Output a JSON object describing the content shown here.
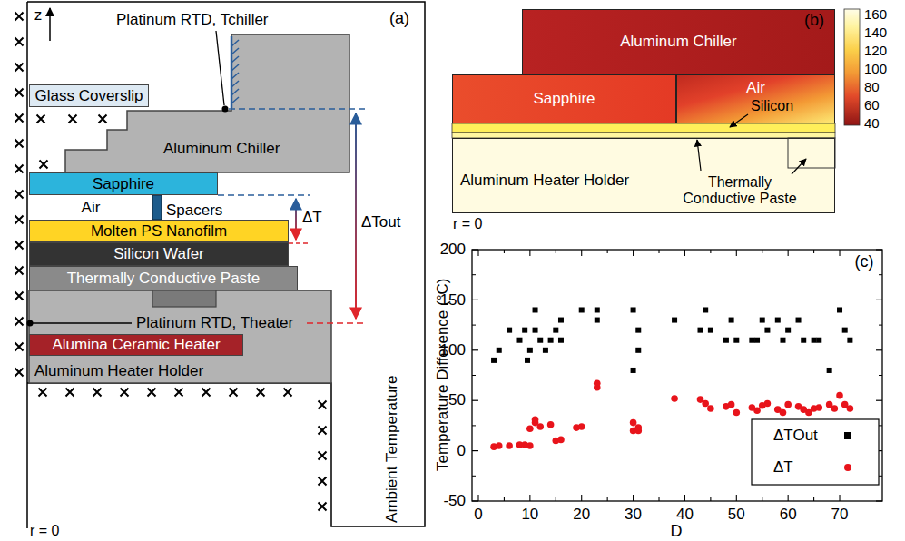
{
  "diagram": {
    "nodes": [
      {
        "text": [
          "Glass Coverslip"
        ]
      },
      {
        "text": [
          "Aluminum Chiller"
        ]
      },
      {
        "text": [
          "Sapphire"
        ]
      },
      {
        "text": [
          "Molten PS Nanofilm"
        ]
      },
      {
        "text": [
          "Silicon Wafer"
        ]
      },
      {
        "text": [
          "Thermally Conductive Paste"
        ]
      },
      {
        "text": [
          "Aluminum Heater Holder"
        ]
      },
      {
        "text": [
          "Alumina Ceramic Heater"
        ],
        "in": 6
      },
      {
        "text": [
          "Aluminum Chiller"
        ]
      },
      {
        "text": [
          "Sapphire"
        ]
      },
      {
        "text": [
          "Air"
        ]
      },
      {
        "text": [
          "Aluminum Heater Holder"
        ]
      }
    ],
    "labels": [
      "Platinum RTD, Tchiller",
      "z",
      "(a)",
      "Air",
      "Spacers",
      "ΔT",
      "ΔTout",
      "Platinum RTD, Theater",
      "Ambient Temperature",
      "r = 0",
      "(b)",
      "Silicon",
      "Thermally Conductive Paste",
      "r = 0",
      "160",
      "140",
      "120",
      "100",
      "80",
      "60",
      "40",
      "(c)",
      "200",
      "150",
      "100",
      "50",
      "0",
      "-50",
      "0",
      "10",
      "20",
      "30",
      "40",
      "50",
      "60",
      "70",
      "Temperature Difference (°C)",
      "D"
    ],
    "legend": [
      {
        "text": "ΔTOut",
        "color": "#000000"
      },
      {
        "text": "ΔT",
        "color": "#e8141b"
      }
    ]
  }
}
